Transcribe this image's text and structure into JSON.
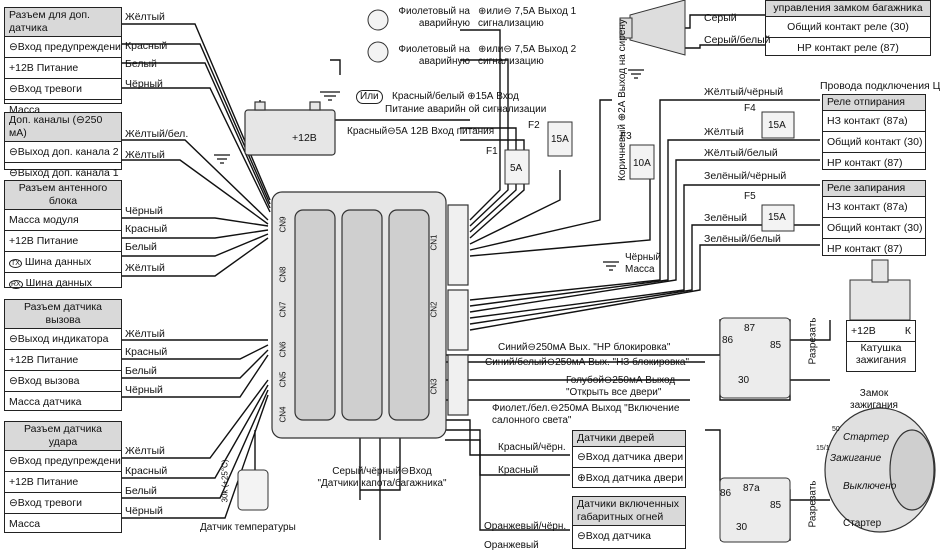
{
  "left_blocks": {
    "razem_dop": {
      "title": "Разъем для доп. датчика",
      "rows": [
        "⊖Вход предупреждения",
        "+12В Питание",
        "⊖Вход тревоги",
        "Масса"
      ],
      "wires": [
        "Жёлтый",
        "Красный",
        "Белый",
        "Чёрный"
      ]
    },
    "dop_kanaly": {
      "title": "Доп. каналы (⊖250 мА)",
      "rows": [
        "⊖Выход доп. канала 2",
        "⊖Выход доп. канала 1"
      ],
      "wires": [
        "Жёлтый/бел.",
        "Жёлтый"
      ]
    },
    "antenna": {
      "title": "Разъем антенного блока",
      "rows": [
        "Масса модуля",
        "+12В Питание",
        "Шина данных",
        "Шина данных"
      ],
      "icons": [
        "",
        "",
        "TX",
        "RX"
      ],
      "wires": [
        "Чёрный",
        "Красный",
        "Белый",
        "Жёлтый"
      ]
    },
    "vyzov": {
      "title": "Разъем датчика вызова",
      "rows": [
        "⊖Выход индикатора",
        "+12В Питание",
        "⊖Вход вызова",
        "Масса датчика"
      ],
      "wires": [
        "Жёлтый",
        "Красный",
        "Белый",
        "Чёрный"
      ]
    },
    "udar": {
      "title": "Разъем датчика удара",
      "rows": [
        "⊖Вход предупреждения",
        "+12В Питание",
        "⊖Вход тревоги",
        "Масса"
      ],
      "wires": [
        "Жёлтый",
        "Красный",
        "Белый",
        "Чёрный"
      ]
    }
  },
  "connectors": [
    "CN9",
    "CN8",
    "CN7",
    "CN6",
    "CN5",
    "CN4",
    "CN1",
    "CN2",
    "CN3"
  ],
  "top": {
    "lamp1_label": "Фиолетовый на аварийную",
    "lamp1_out": "⊕или⊖ 7,5А Выход 1 сигнализацию",
    "lamp2_label": "Фиолетовый на аварийную",
    "lamp2_out": "⊕или⊖ 7,5А Выход 2 сигнализацию",
    "battery": "+12В",
    "ili": "Или",
    "avar_line1": "Красный/белый ⊕15А Вход",
    "avar_line2": "Питание аварийн ой сигнализации",
    "red_input": "Красный⊖5А 12В Вход питания",
    "f1": "F1",
    "f1_val": "5А",
    "f2": "F2",
    "f2_val": "15А",
    "f3": "F3",
    "f3_val": "10А",
    "siren": "Коричневый ⊕2А Выход на сирену",
    "trunk_header": "управления замком багажника",
    "trunk_rows": [
      "Общий контакт реле (30)",
      "НР контакт реле (87)"
    ],
    "grey": "Серый",
    "grey_white": "Серый/белый"
  },
  "right": {
    "cz_title": "Провода подключения ЦЗ",
    "unlock": {
      "title": "Реле отпирания",
      "rows": [
        "НЗ контакт (87а)",
        "Общий контакт (30)",
        "НР контакт (87)"
      ],
      "wires": [
        "Жёлтый/чёрный",
        "Жёлтый",
        "Жёлтый/белый"
      ]
    },
    "lock": {
      "title": "Реле запирания",
      "rows": [
        "НЗ контакт (87а)",
        "Общий контакт (30)",
        "НР контакт (87)"
      ],
      "wires": [
        "Зелёный/чёрный",
        "Зелёный",
        "Зелёный/белый"
      ]
    },
    "f4": "F4",
    "f4_val": "15А",
    "f5": "F5",
    "f5_val": "15А",
    "black_mass": "Чёрный Масса"
  },
  "cn3": {
    "blue": "Синий⊖250мА Вых. \"НР блокировка\"",
    "blue_white": "Синий/белый⊖250мА Вых. \"НЗ блокировка\"",
    "light_blue": "Голубой⊖250мА Выход \"Открыть все двери\"",
    "violet": "Фиолет./бел.⊖250мА Выход \"Включение салонного света\"",
    "red_black": "Красный/чёрн.",
    "red": "Красный",
    "orange_black": "Оранжевый/чёрн.",
    "orange": "Оранжевый"
  },
  "doors": {
    "title": "Датчики дверей",
    "rows": [
      "⊖Вход датчика двери",
      "⊕Вход датчика двери"
    ]
  },
  "gabarit": {
    "title": "Датчики включенных габаритных огней",
    "rows": [
      "⊖Вход датчика"
    ]
  },
  "hood": "Серый/чёрный⊖Вход \"Датчики капота/багажника\"",
  "temp": {
    "label": "Датчик температуры",
    "value": "30k (+25°C)"
  },
  "ignition": {
    "cut1": "Разрезать",
    "cut2": "Разрезать",
    "coil_plus": "+12В",
    "coil_k": "К",
    "coil_label": "Катушка зажигания",
    "lock_title": "Замок зажигания",
    "starter": "Стартер",
    "zazh": "Зажигание",
    "off": "Выключено",
    "starter_bottom": "Стартер",
    "pin50": "50",
    "pin151": "15/1",
    "r1": [
      "86",
      "87",
      "85",
      "30"
    ],
    "r2": [
      "86",
      "87а",
      "85",
      "30"
    ]
  }
}
